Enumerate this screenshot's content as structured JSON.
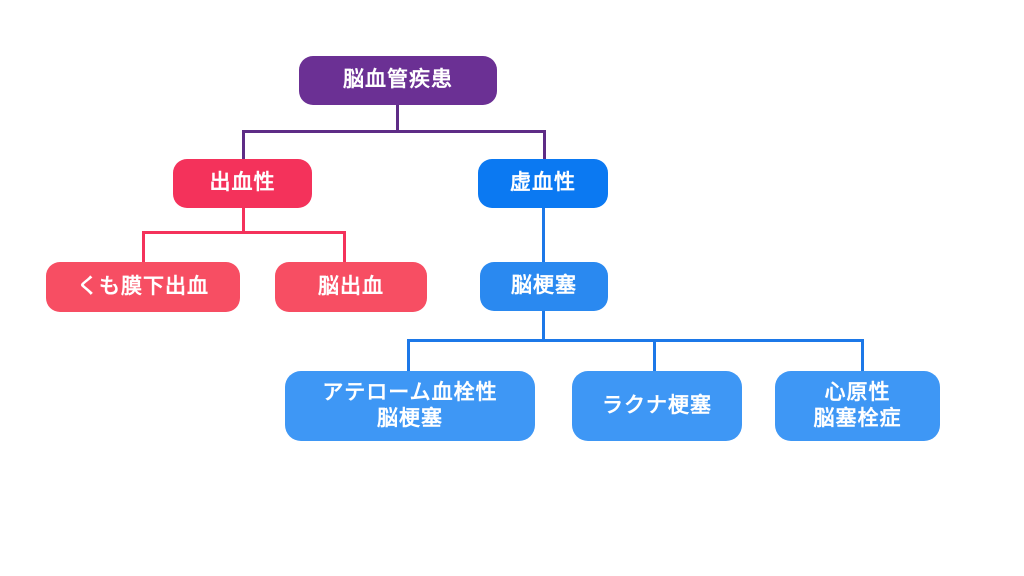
{
  "nodes": {
    "root": {
      "label": "脳血管疾患"
    },
    "hemorrhagic": {
      "label": "出血性"
    },
    "ischemic": {
      "label": "虚血性"
    },
    "subarachnoid_hemorrhage": {
      "label": "くも膜下出血"
    },
    "intracerebral_hemorrhage": {
      "label": "脳出血"
    },
    "cerebral_infarction": {
      "label": "脳梗塞"
    },
    "atherothrombotic_infarction": {
      "line1": "アテローム血栓性",
      "line2": "脳梗塞"
    },
    "lacunar_infarction": {
      "label": "ラクナ梗塞"
    },
    "cardiogenic_embolism": {
      "line1": "心原性",
      "line2": "脳塞栓症"
    }
  },
  "colors": {
    "background": "#FFFFFF",
    "text": "#FFFFFF",
    "root_bg": "#6B3094",
    "root_line": "#5E2C86",
    "hemorrhagic_bg": "#F4325B",
    "hemorrhagic_line": "#F4325B",
    "hemorrhagic_child_bg": "#F74E63",
    "ischemic_bg": "#0B79F2",
    "ischemic_line": "#1C78E8",
    "infarction_bg": "#2A89F0",
    "infarction_child_bg": "#3E97F5"
  }
}
